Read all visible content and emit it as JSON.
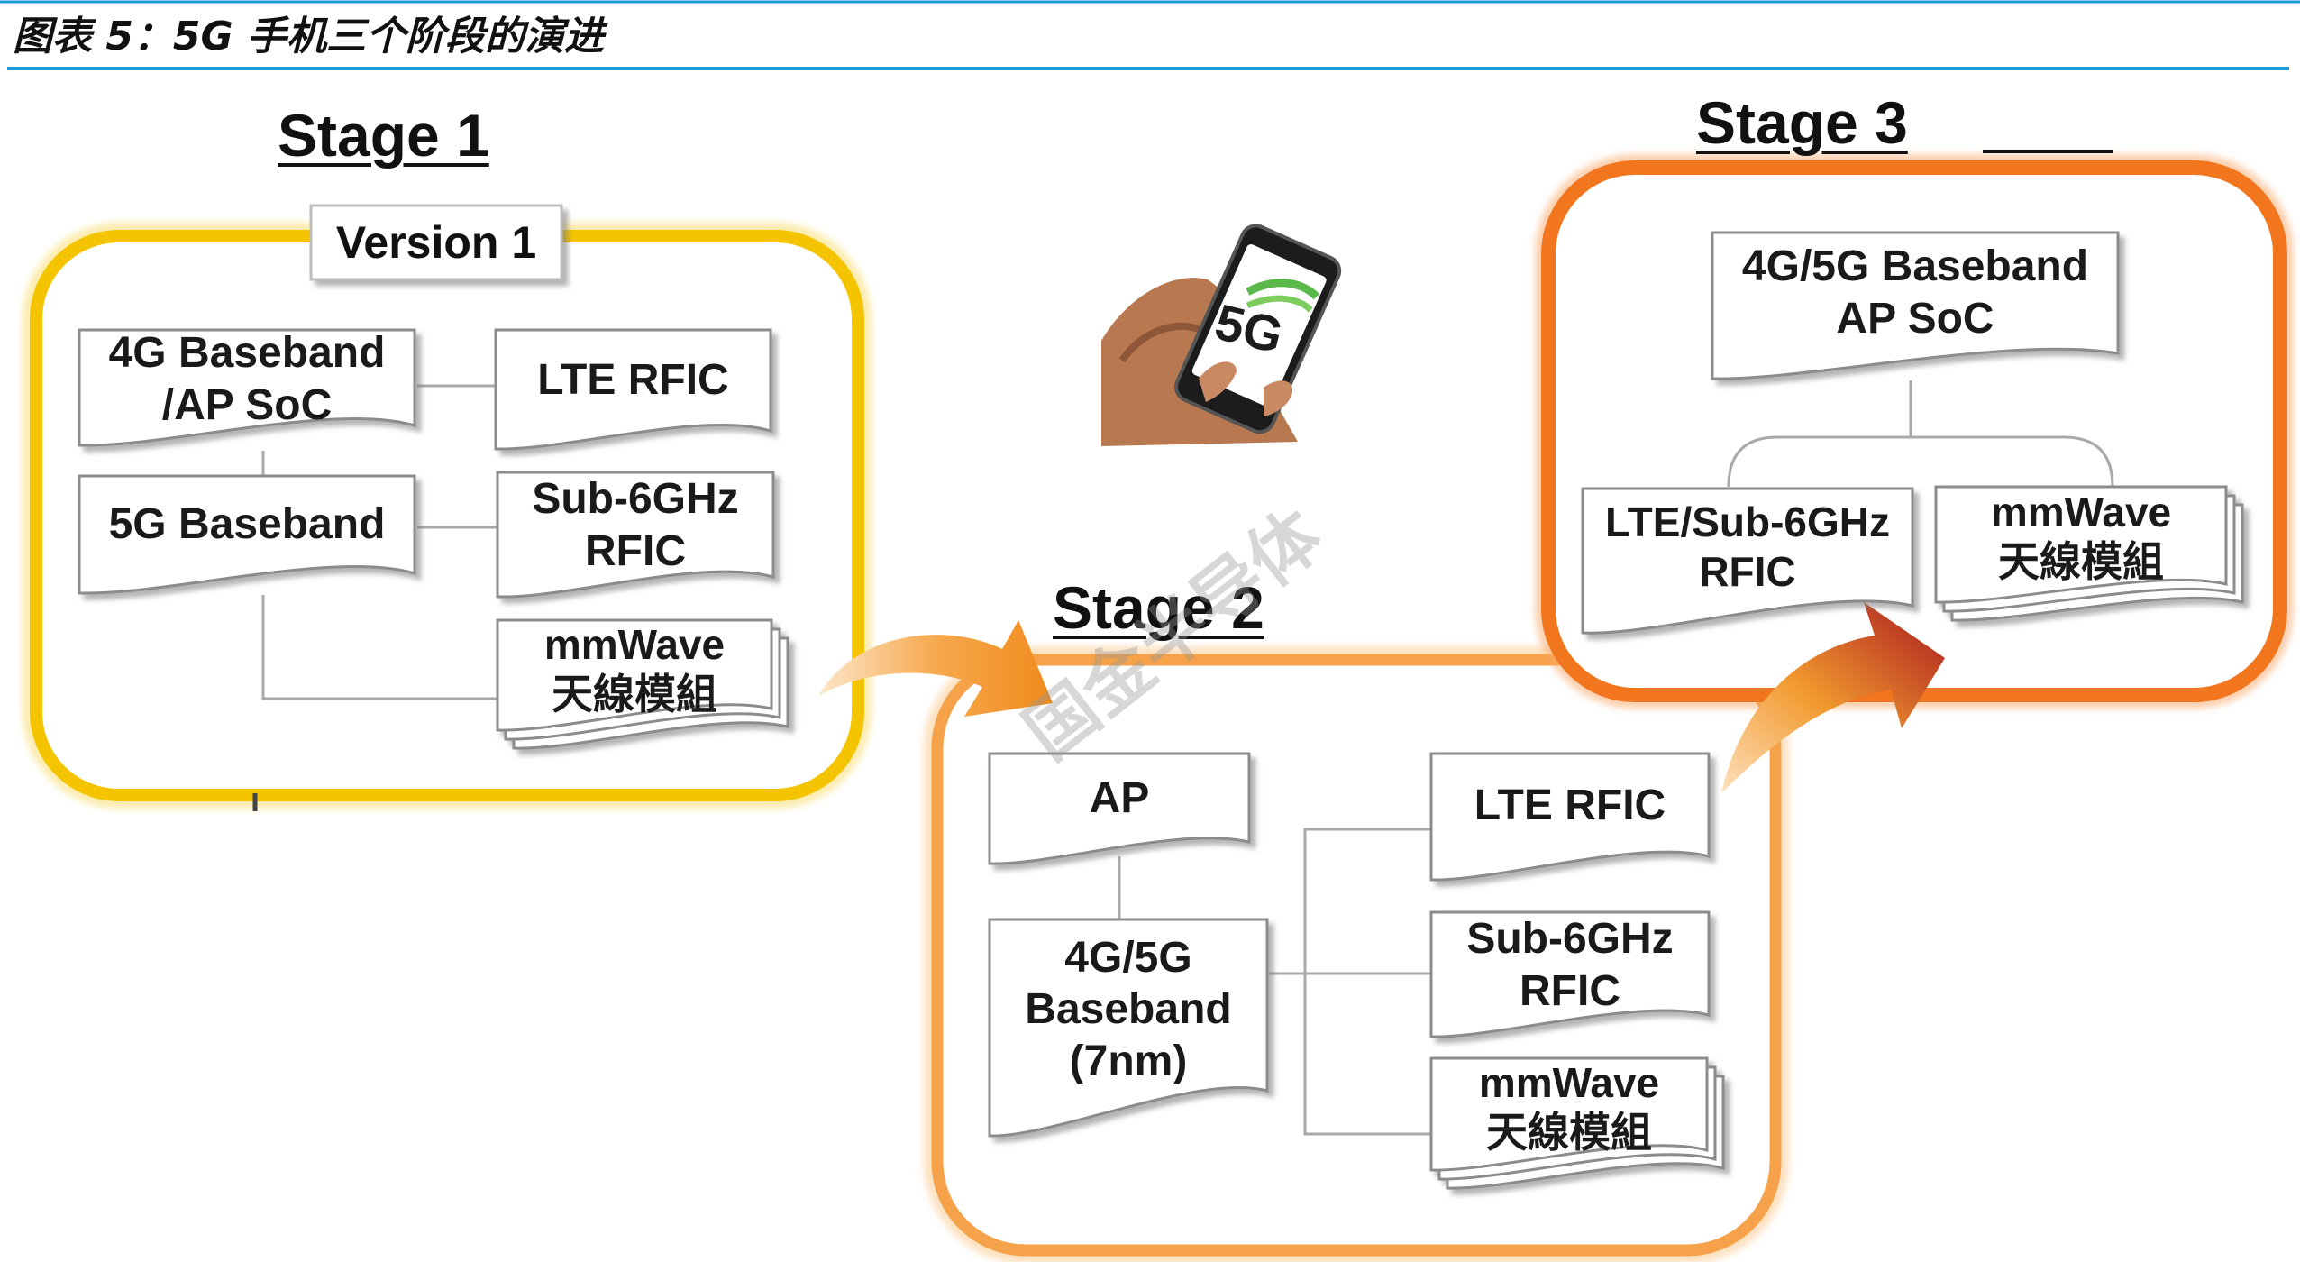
{
  "header": {
    "title": "图表 5：5G 手机三个阶段的演进"
  },
  "watermark": "国金半导体",
  "colors": {
    "header_rule": "#1a9ad6",
    "stage1": "#f5c400",
    "stage2": "#f6a24a",
    "stage3": "#f2761e",
    "arrow_mid": "#f29a2e",
    "arrow_dark": "#a8171f",
    "phone_green": "#5bb84a"
  },
  "stage1": {
    "title": "Stage 1",
    "version_label": "Version 1",
    "blocks": {
      "baseband_soc": [
        "4G Baseband",
        "/AP SoC"
      ],
      "baseband_5g": [
        "5G Baseband"
      ],
      "lte_rfic": [
        "LTE RFIC"
      ],
      "sub6_rfic": [
        "Sub-6GHz",
        "RFIC"
      ],
      "mmwave": [
        "mmWave",
        "天線模組"
      ]
    }
  },
  "phone": {
    "label": "5G",
    "icon": "smartphone-in-hand-icon"
  },
  "stage2": {
    "title": "Stage 2",
    "blocks": {
      "ap": [
        "AP"
      ],
      "baseband": [
        "4G/5G",
        "Baseband",
        "(7nm)"
      ],
      "lte_rfic": [
        "LTE RFIC"
      ],
      "sub6_rfic": [
        "Sub-6GHz",
        "RFIC"
      ],
      "mmwave": [
        "mmWave",
        "天線模組"
      ]
    }
  },
  "stage3": {
    "title": "Stage 3",
    "blocks": {
      "baseband_soc": [
        "4G/5G Baseband",
        "AP SoC"
      ],
      "rfic": [
        "LTE/Sub-6GHz",
        "RFIC"
      ],
      "mmwave": [
        "mmWave",
        "天線模組"
      ]
    }
  }
}
